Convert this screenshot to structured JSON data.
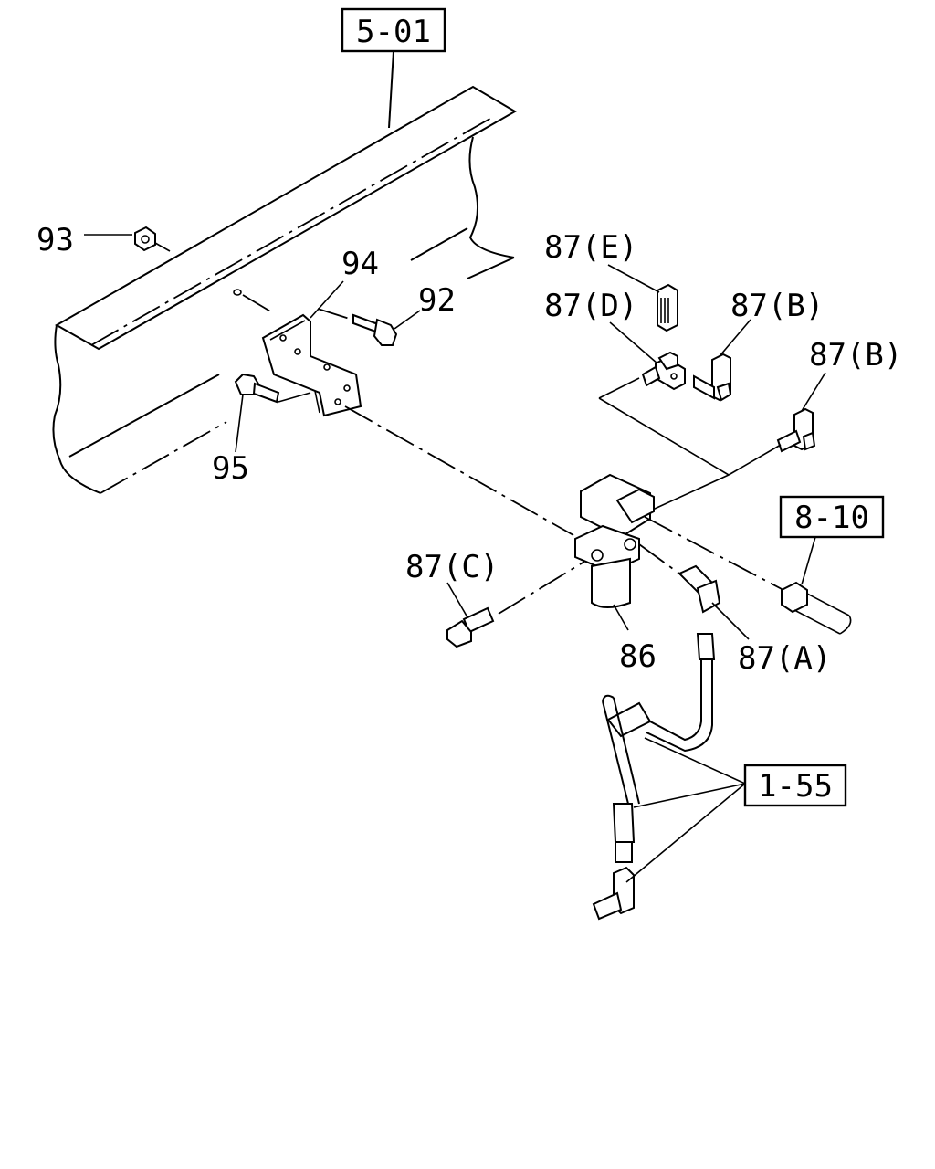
{
  "references": {
    "ref_5_01": "5-01",
    "ref_8_10": "8-10",
    "ref_1_55": "1-55"
  },
  "parts": {
    "p93": "93",
    "p94": "94",
    "p92": "92",
    "p95": "95",
    "p87e": "87(E)",
    "p87d": "87(D)",
    "p87b_top": "87(B)",
    "p87b_right": "87(B)",
    "p87c": "87(C)",
    "p86": "86",
    "p87a": "87(A)"
  }
}
